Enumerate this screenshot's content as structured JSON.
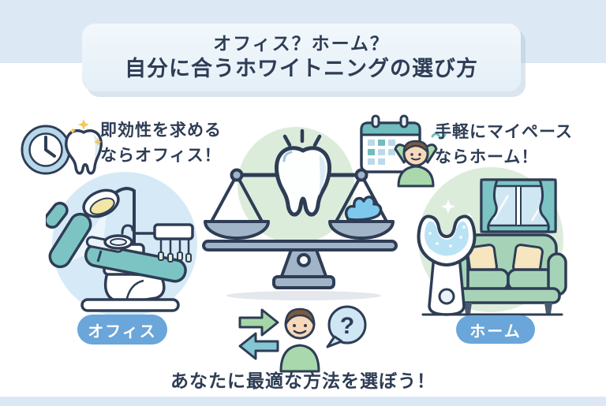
{
  "title": {
    "line1": "オフィス？ホーム？",
    "line2": "自分に合うホワイトニングの選び方"
  },
  "office_section": {
    "headline_line1": "即効性を求める",
    "headline_line2": "ならオフィス！",
    "badge_label": "オフィス",
    "icons": [
      "clock-icon",
      "sparkling-tooth-icon",
      "dental-chair-illustration"
    ]
  },
  "home_section": {
    "headline_line1": "手軽にマイペース",
    "headline_line2": "ならホーム！",
    "badge_label": "ホーム",
    "icons": [
      "calendar-icon",
      "relaxing-person-icon",
      "sofa-room-illustration",
      "whitening-mouthpiece-icon"
    ]
  },
  "center_section": {
    "icons": [
      "balance-scale-illustration",
      "tooth-icon",
      "whitening-gel-icon"
    ]
  },
  "footer": {
    "text": "あなたに最適な方法を選ぼう！",
    "question_mark": "?",
    "icons": [
      "swap-arrows-icon",
      "thinking-person-icon",
      "question-bubble-icon"
    ]
  },
  "colors": {
    "navy_outline_text": "#2e3d55",
    "band_blue": "#dce9f4",
    "title_box_blue": "#e9f3fa",
    "badge_blue": "#6aa6d9",
    "left_circle_blue": "#d6e9f6",
    "green_circle": "#dcecdb",
    "teal": "#6fbdbd",
    "chair_teal": "#7cc4c4",
    "sofa_green": "#a6d3b7",
    "pillow_cream": "#f5e6c0",
    "gel_blue": "#7fc8ed",
    "scale_gray": "#a2b5c8",
    "sparkle_gold": "#f2c85c",
    "arrow_green": "#a5d6a8",
    "arrow_teal": "#85c6d3",
    "skin": "#f7d8b9",
    "hair_brown": "#7d5a3c",
    "bubble_blue": "#cfe7f5",
    "lamp_yellow": "#f3e6a5"
  }
}
